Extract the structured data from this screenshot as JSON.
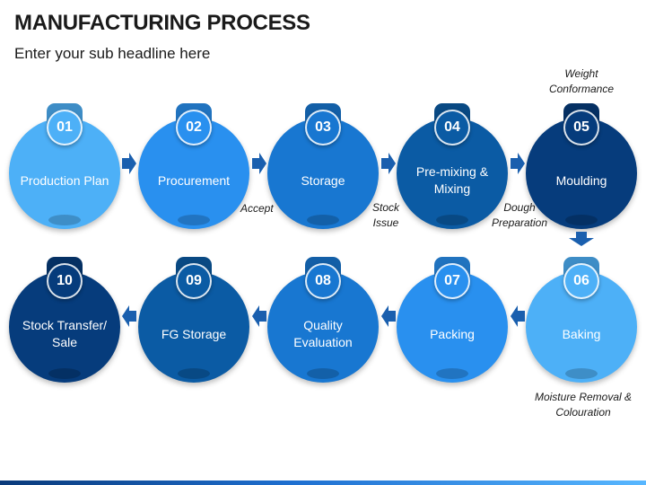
{
  "header": {
    "title": "MANUFACTURING PROCESS",
    "subtitle": "Enter your sub headline here"
  },
  "steps": [
    {
      "number": "01",
      "label": "Production Plan"
    },
    {
      "number": "02",
      "label": "Procurement"
    },
    {
      "number": "03",
      "label": "Storage"
    },
    {
      "number": "04",
      "label": "Pre-mixing & Mixing"
    },
    {
      "number": "05",
      "label": "Moulding"
    },
    {
      "number": "06",
      "label": "Baking"
    },
    {
      "number": "07",
      "label": "Packing"
    },
    {
      "number": "08",
      "label": "Quality Evaluation"
    },
    {
      "number": "09",
      "label": "FG Storage"
    },
    {
      "number": "10",
      "label": "Stock Transfer/ Sale"
    }
  ],
  "notes": {
    "accept": "Accept",
    "stock_issue": "Stock Issue",
    "dough_preparation": "Dough Preparation",
    "weight_conformance": "Weight Conformance",
    "moisture_removal": "Moisture Removal & Colouration"
  },
  "colors": {
    "step_01": "#4db0f7",
    "step_02": "#2990ef",
    "step_03": "#1877d1",
    "step_04": "#0b5ba4",
    "step_05": "#063c7c",
    "step_06": "#4db0f7",
    "step_07": "#2990ef",
    "step_08": "#1877d1",
    "step_09": "#0b5ba4",
    "step_10": "#063c7c",
    "arrow": "#1a5fae",
    "footer": "#0a3a7a"
  }
}
